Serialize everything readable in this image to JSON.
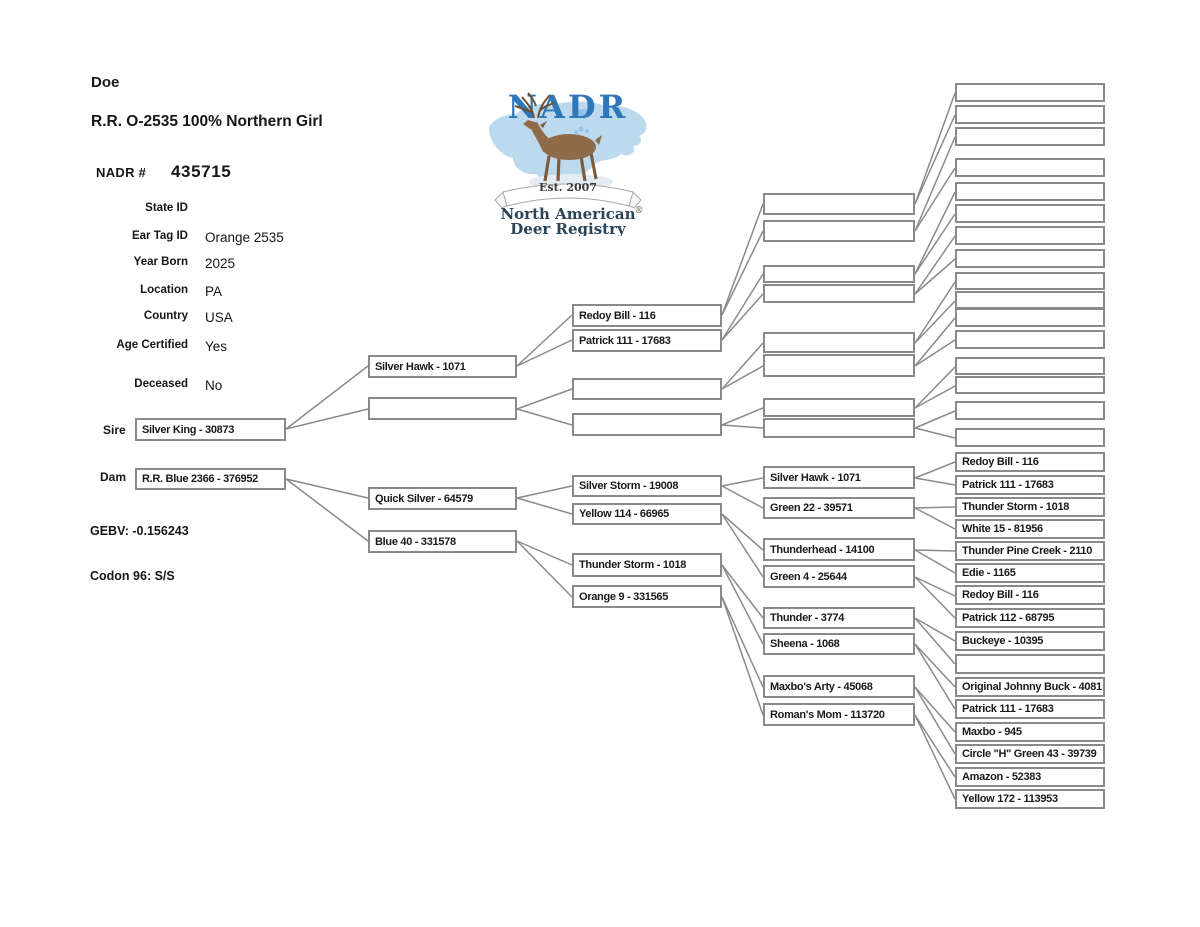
{
  "header": {
    "sex_label": "Doe",
    "animal_name": "R.R. O-2535 100% Northern Girl",
    "nadr_label": "NADR #",
    "nadr_number": "435715"
  },
  "info": {
    "rows": [
      {
        "label": "State ID",
        "value": ""
      },
      {
        "label": "Ear Tag ID",
        "value": "Orange 2535"
      },
      {
        "label": "Year Born",
        "value": "2025"
      },
      {
        "label": "Location",
        "value": "PA"
      },
      {
        "label": "Country",
        "value": "USA"
      },
      {
        "label": "Age Certified",
        "value": "Yes"
      },
      {
        "label": "Deceased",
        "value": "No"
      }
    ]
  },
  "genetics": {
    "gebv": "GEBV: -0.156243",
    "codon": "Codon 96: S/S"
  },
  "logo": {
    "acronym": "NADR",
    "banner": "Est. 2007",
    "registered_mark": "®",
    "name_line1": "North American",
    "name_line2": "Deer Registry",
    "colors": {
      "acronym_blue": "#2e77b8",
      "map_blue": "#bcd9ee",
      "lake_blue": "#8fc3e8",
      "name_navy": "#2b4458",
      "deer_brown": "#8f6b4a"
    }
  },
  "pedigree": {
    "sire_label": "Sire",
    "dam_label": "Dam",
    "gen1": [
      "Silver King - 30873",
      "R.R. Blue 2366 - 376952"
    ],
    "gen2": [
      "Silver Hawk - 1071",
      "",
      "Quick Silver - 64579",
      "Blue 40 - 331578"
    ],
    "gen3": [
      "Redoy Bill - 116",
      "Patrick 111 - 17683",
      "",
      "",
      "Silver Storm - 19008",
      "Yellow 114 - 66965",
      "Thunder Storm - 1018",
      "Orange 9 - 331565"
    ],
    "gen4": [
      "",
      "",
      "",
      "",
      "",
      "",
      "",
      "",
      "Silver Hawk - 1071",
      "Green 22 - 39571",
      "Thunderhead - 14100",
      "Green 4 - 25644",
      "Thunder - 3774",
      "Sheena - 1068",
      "Maxbo's Arty - 45068",
      "Roman's Mom - 113720"
    ],
    "gen5": [
      "",
      "",
      "",
      "",
      "",
      "",
      "",
      "",
      "",
      "",
      "",
      "",
      "",
      "",
      "",
      "",
      "Redoy Bill - 116",
      "Patrick 111 - 17683",
      "Thunder Storm - 1018",
      "White 15 - 81956",
      "Thunder Pine Creek - 2110",
      "Edie - 1165",
      "Redoy Bill - 116",
      "Patrick 112 - 68795",
      "Buckeye - 10395",
      "",
      "Original Johnny Buck - 4081",
      "Patrick 111 - 17683",
      "Maxbo - 945",
      "Circle \"H\" Green 43 - 39739",
      "Amazon - 52383",
      "Yellow 172 - 113953"
    ]
  }
}
